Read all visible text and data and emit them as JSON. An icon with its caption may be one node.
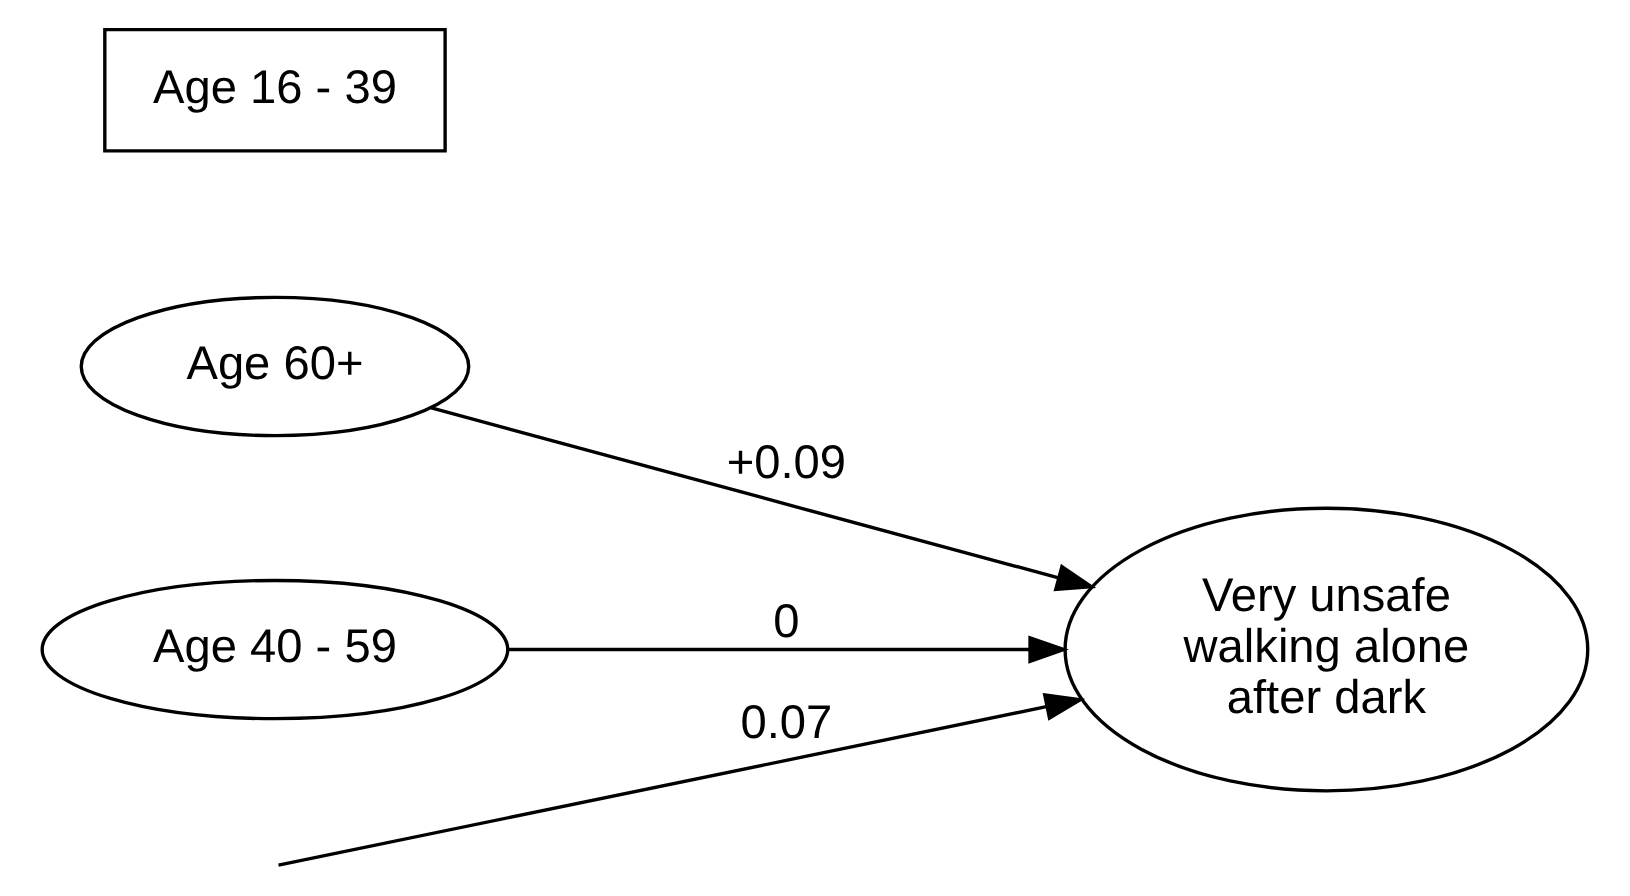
{
  "diagram": {
    "nodes": [
      {
        "text": [
          "Age 60+"
        ]
      },
      {
        "text": [
          "Very unsafe walking alone after dark"
        ]
      },
      {
        "text": [
          "Age 40 - 59"
        ]
      },
      {
        "text": [
          "Age 16 - 39"
        ]
      }
    ],
    "edges": [
      {
        "from": 0,
        "to": 1,
        "arrow": "to",
        "label": "+0.09"
      },
      {
        "from": 2,
        "to": 1,
        "arrow": "to",
        "label": "0"
      },
      {
        "from": null,
        "to": 1,
        "arrow": "to",
        "label": "0.07"
      }
    ]
  }
}
